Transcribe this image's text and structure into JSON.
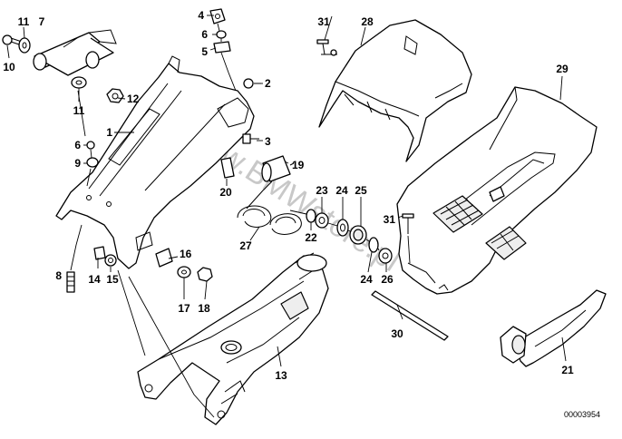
{
  "watermark": "www.BMWstore.pl",
  "document_id": "00003954",
  "colors": {
    "line": "#000000",
    "background": "#ffffff",
    "watermark": "#c8c8c8"
  },
  "callouts": [
    {
      "number": "1"
    },
    {
      "number": "2"
    },
    {
      "number": "3"
    },
    {
      "number": "4"
    },
    {
      "number": "5"
    },
    {
      "number": "6"
    },
    {
      "number": "6"
    },
    {
      "number": "7"
    },
    {
      "number": "8"
    },
    {
      "number": "9"
    },
    {
      "number": "10"
    },
    {
      "number": "11"
    },
    {
      "number": "11"
    },
    {
      "number": "12"
    },
    {
      "number": "13"
    },
    {
      "number": "14"
    },
    {
      "number": "15"
    },
    {
      "number": "16"
    },
    {
      "number": "17"
    },
    {
      "number": "18"
    },
    {
      "number": "19"
    },
    {
      "number": "20"
    },
    {
      "number": "21"
    },
    {
      "number": "22"
    },
    {
      "number": "23"
    },
    {
      "number": "24"
    },
    {
      "number": "24"
    },
    {
      "number": "25"
    },
    {
      "number": "26"
    },
    {
      "number": "27"
    },
    {
      "number": "28"
    },
    {
      "number": "29"
    },
    {
      "number": "30"
    },
    {
      "number": "31"
    },
    {
      "number": "31"
    }
  ]
}
